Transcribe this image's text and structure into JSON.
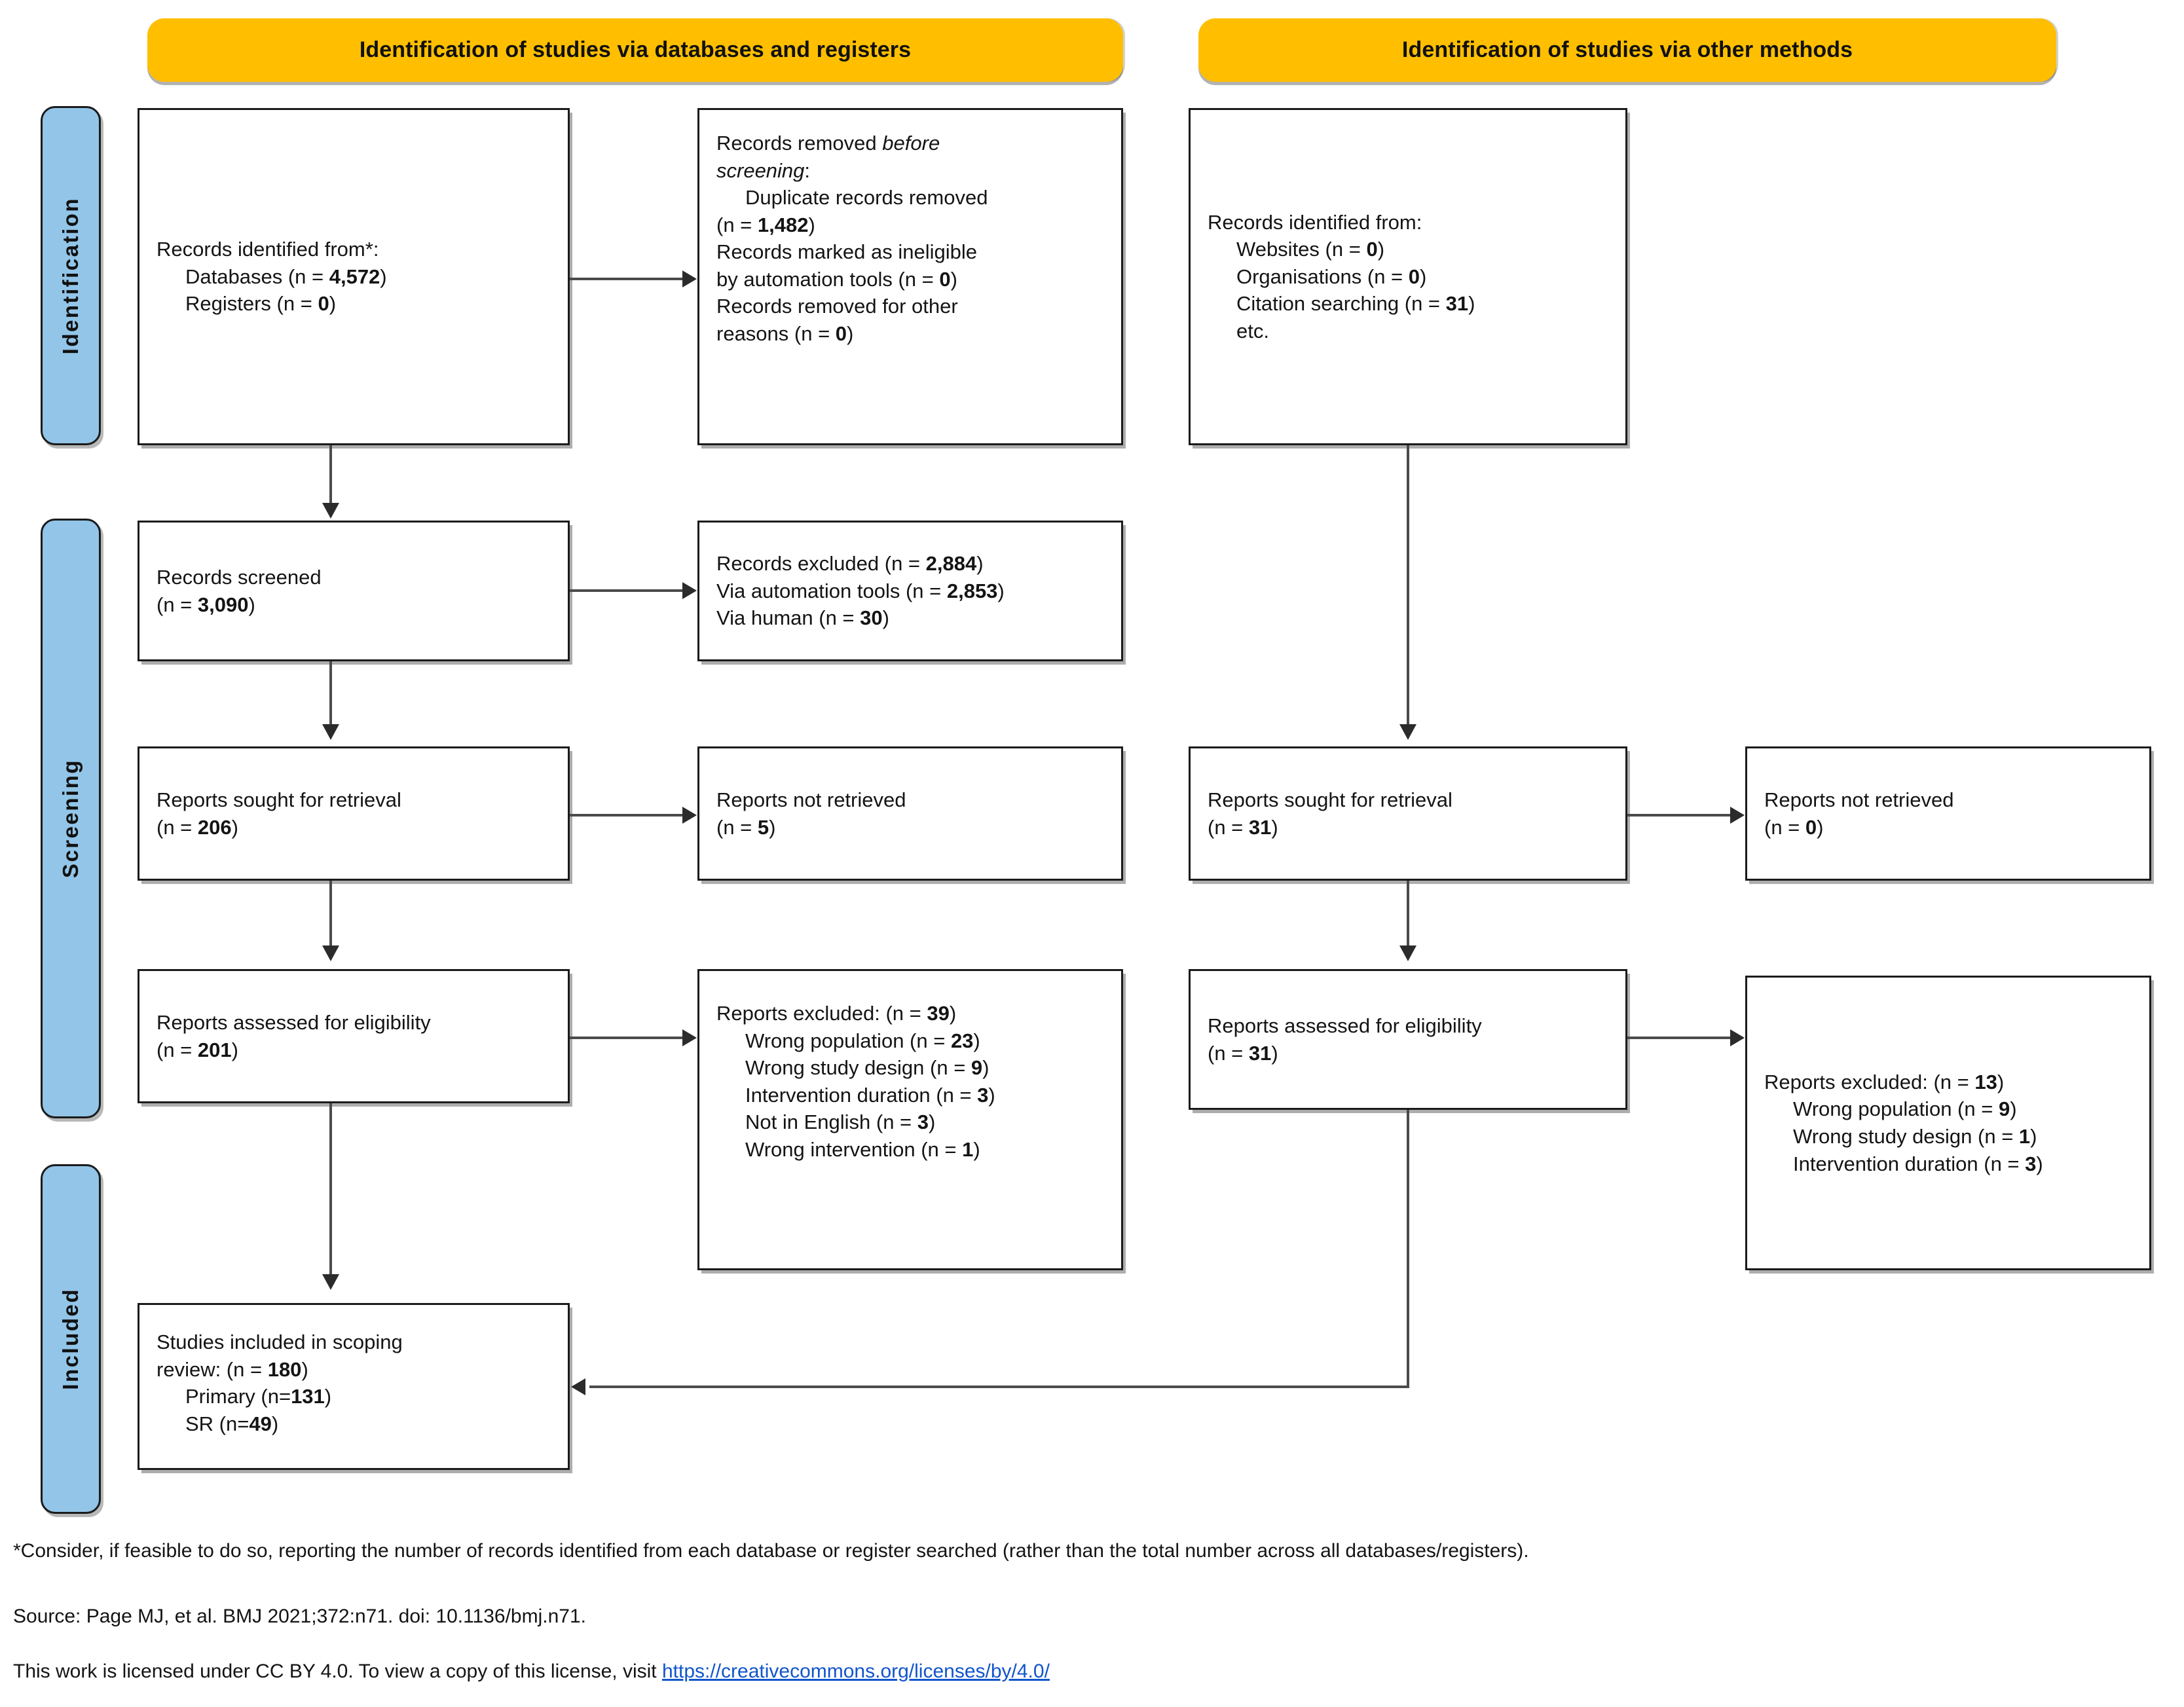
{
  "banners": {
    "left": "Identification of studies via databases and registers",
    "right": "Identification of studies via other methods"
  },
  "sidebar": {
    "items": [
      {
        "label": "Identification"
      },
      {
        "label": "Screening"
      },
      {
        "label": "Included"
      }
    ]
  },
  "boxes": {
    "records_identified": {
      "line1": "Records identified from*:",
      "line2_label": "Databases (n = ",
      "line2_value": "4,572",
      "line2_tail": ")",
      "line3_label": "Registers (n = ",
      "line3_value": "0",
      "line3_tail": ")"
    },
    "records_removed": {
      "title_a": "Records removed ",
      "title_b": "before",
      "title_c": "screening",
      "title_d": ":",
      "item1_a": "Duplicate records removed",
      "item1_b": "(n = ",
      "item1_n": "1,482",
      "item1_c": ")",
      "item2_a": "Records marked as ineligible",
      "item2_b": "by automation tools (n = ",
      "item2_n": "0",
      "item2_c": ")",
      "item3_a": "Records removed for other",
      "item3_b": "reasons (n = ",
      "item3_n": "0",
      "item3_c": ")"
    },
    "other_identified": {
      "line1": "Records identified from:",
      "line2_label": "Websites (n = ",
      "line2_value": "0",
      "line2_tail": ")",
      "line3_label": "Organisations (n = ",
      "line3_value": "0",
      "line3_tail": ")",
      "line4_label": "Citation searching (n = ",
      "line4_value": "31",
      "line4_tail": ")",
      "line5": "etc."
    },
    "records_screened": {
      "line1": "Records screened",
      "line2_a": "(n = ",
      "line2_n": "3,090",
      "line2_b": ")"
    },
    "records_excluded": {
      "line1_a": "Records excluded (n = ",
      "line1_n": "2,884",
      "line1_b": ")",
      "line2_a": "Via automation tools (n = ",
      "line2_n": "2,853",
      "line2_b": ")",
      "line3_a": "Via human (n = ",
      "line3_n": "30",
      "line3_b": ")"
    },
    "reports_sought_left": {
      "line1": "Reports sought for retrieval",
      "line2_a": "(n = ",
      "line2_n": "206",
      "line2_b": ")"
    },
    "reports_not_retrieved_left": {
      "line1": "Reports not retrieved",
      "line2_a": "(n = ",
      "line2_n": "5",
      "line2_b": ")"
    },
    "reports_sought_right": {
      "line1": "Reports sought for retrieval",
      "line2_a": "(n = ",
      "line2_n": "31",
      "line2_b": ")"
    },
    "reports_not_retrieved_right": {
      "line1": "Reports not retrieved",
      "line2_a": "(n = ",
      "line2_n": "0",
      "line2_b": ")"
    },
    "reports_assessed_left": {
      "line1": "Reports assessed for eligibility",
      "line2_a": "(n = ",
      "line2_n": "201",
      "line2_b": ")"
    },
    "reports_excluded_left": {
      "header_a": "Reports excluded: (n = ",
      "header_n": "39",
      "header_b": ")",
      "r1_a": "Wrong population (n = ",
      "r1_n": "23",
      "r1_b": ")",
      "r2_a": "Wrong study design (n = ",
      "r2_n": "9",
      "r2_b": ")",
      "r3_a": "Intervention duration (n = ",
      "r3_n": "3",
      "r3_b": ")",
      "r4_a": "Not in English (n = ",
      "r4_n": "3",
      "r4_b": ")",
      "r5_a": "Wrong intervention (n = ",
      "r5_n": "1",
      "r5_b": ")"
    },
    "reports_assessed_right": {
      "line1": "Reports assessed for eligibility",
      "line2_a": "(n = ",
      "line2_n": "31",
      "line2_b": ")"
    },
    "reports_excluded_right": {
      "header_a": "Reports excluded: (n = ",
      "header_n": "13",
      "header_b": ")",
      "r1_a": "Wrong population (n = ",
      "r1_n": "9",
      "r1_b": ")",
      "r2_a": "Wrong study design (n = ",
      "r2_n": "1",
      "r2_b": ")",
      "r3_a": "Intervention duration (n = ",
      "r3_n": "3",
      "r3_b": ")"
    },
    "studies_included": {
      "line1": "Studies included in scoping",
      "line2_a": "review: (n = ",
      "line2_n": "180",
      "line2_b": ")",
      "line3_a": "Primary (n=",
      "line3_n": "131",
      "line3_b": ")",
      "line4_a": "SR (n=",
      "line4_n": "49",
      "line4_b": ")"
    }
  },
  "footer": {
    "note": "*Consider, if feasible to do so, reporting the number of records identified from each database or register searched (rather than the total number across all databases/registers).",
    "source": "Source: Page MJ, et al. BMJ 2021;372:n71. doi: 10.1136/bmj.n71.",
    "license_prefix": "This work is licensed under CC BY 4.0. To view a copy of this license, visit ",
    "license_url": "https://creativecommons.org/licenses/by/4.0/"
  },
  "colors": {
    "banner_orange": "#FFBF00",
    "tab_blue": "#92C5E8",
    "border_dark": "#1b1b1b",
    "link_blue": "#1155cc"
  }
}
